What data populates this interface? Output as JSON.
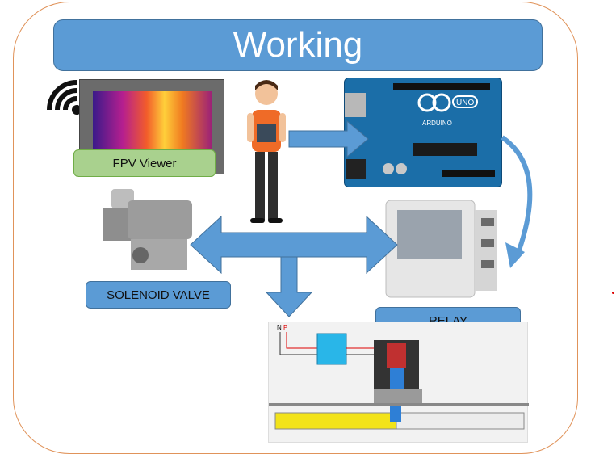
{
  "title": "Working",
  "labels": {
    "fpv_viewer": "FPV Viewer",
    "solenoid_valve": "SOLENOID VALVE",
    "relay": "RELAY"
  },
  "arduino": {
    "brand_logo_text": "ARDUINO",
    "model": "UNO"
  },
  "diagram": {
    "terminal_n": "N",
    "terminal_p": "P"
  },
  "colors": {
    "title_fill": "#5b9bd5",
    "fpv_fill": "#a9d18e",
    "arrow_fill": "#5b9bd5",
    "frame_border": "#e0935a"
  }
}
